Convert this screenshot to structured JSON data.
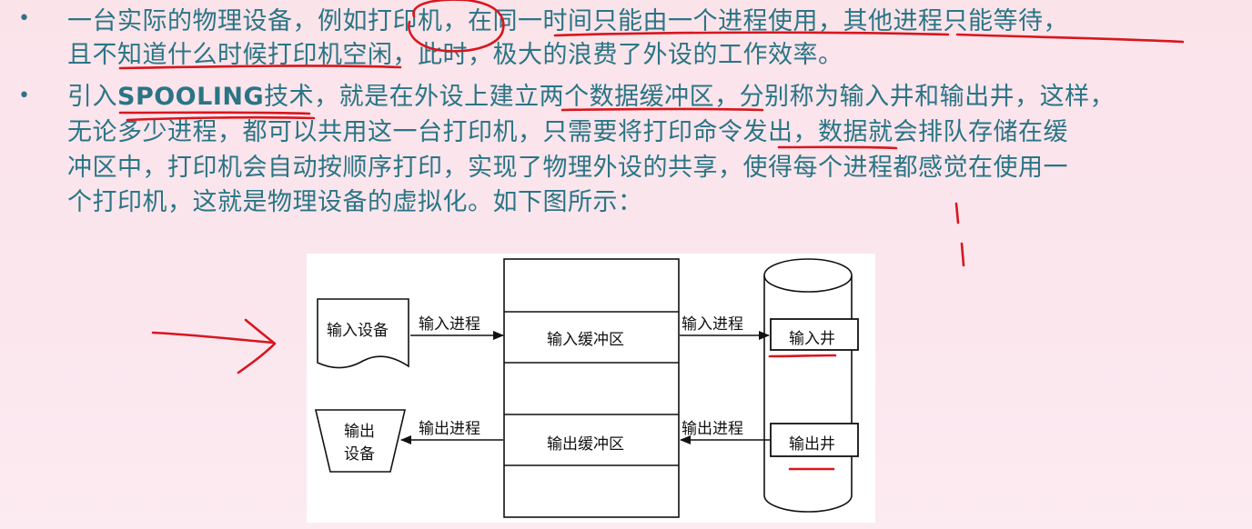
{
  "bullets": [
    {
      "lines": [
        "一台实际的物理设备，例如打印机，在同一时间只能由一个进程使用，其他进程只能等待，",
        "且不知道什么时候打印机空闲，此时，极大的浪费了外设的工作效率。"
      ]
    },
    {
      "line1_pre": "引入",
      "line1_keyword": "SPOOLING",
      "line1_post": "技术，就是在外设上建立两个数据缓冲区，分别称为输入井和输出井，这样，",
      "lines_rest": [
        "无论多少进程，都可以共用这一台打印机，只需要将打印命令发出，数据就会排队存储在缓",
        "冲区中，打印机会自动按顺序打印，实现了物理外设的共享，使得每个进程都感觉在使用一",
        "个打印机，这就是物理设备的虚拟化。如下图所示："
      ]
    }
  ],
  "diagram": {
    "input_device": "输入设备",
    "input_process_left": "输入进程",
    "input_buffer": "输入缓冲区",
    "input_process_right": "输入进程",
    "input_well": "输入井",
    "output_device_line1": "输出",
    "output_device_line2": "设备",
    "output_process_left": "输出进程",
    "output_buffer": "输出缓冲区",
    "output_process_right": "输出进程",
    "output_well": "输出井"
  },
  "colors": {
    "text": "#2a7585",
    "background": "#fbe3ea",
    "annotation_red": "#d8161e"
  }
}
